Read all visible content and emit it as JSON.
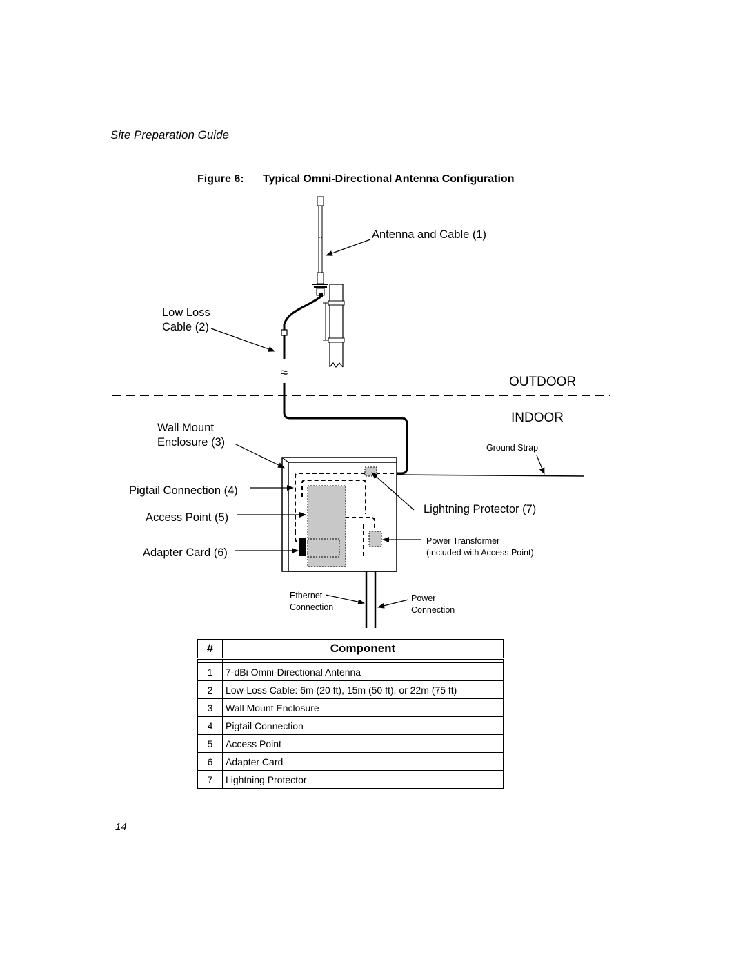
{
  "header": {
    "title": "Site Preparation Guide"
  },
  "figure": {
    "number": "Figure 6:",
    "title": "Typical Omni-Directional Antenna Configuration",
    "labels": {
      "antenna": "Antenna and Cable (1)",
      "cable_line1": "Low Loss",
      "cable_line2": "Cable (2)",
      "outdoor": "OUTDOOR",
      "indoor": "INDOOR",
      "enclosure_line1": "Wall Mount",
      "enclosure_line2": "Enclosure (3)",
      "ground_strap": "Ground Strap",
      "pigtail": "Pigtail Connection (4)",
      "lightning": "Lightning Protector (7)",
      "access_point": "Access Point (5)",
      "transformer_line1": "Power Transformer",
      "transformer_line2": "(included with Access Point)",
      "adapter": "Adapter Card (6)",
      "ethernet_line1": "Ethernet",
      "ethernet_line2": "Connection",
      "power_line1": "Power",
      "power_line2": "Connection"
    }
  },
  "table": {
    "headers": {
      "num": "#",
      "component": "Component"
    },
    "rows": [
      {
        "num": "1",
        "component": "7-dBi Omni-Directional Antenna"
      },
      {
        "num": "2",
        "component": "Low-Loss Cable: 6m (20 ft), 15m (50 ft), or 22m (75 ft)"
      },
      {
        "num": "3",
        "component": "Wall Mount Enclosure"
      },
      {
        "num": "4",
        "component": "Pigtail Connection"
      },
      {
        "num": "5",
        "component": "Access Point"
      },
      {
        "num": "6",
        "component": "Adapter Card"
      },
      {
        "num": "7",
        "component": "Lightning Protector"
      }
    ]
  },
  "page": {
    "number": "14"
  }
}
